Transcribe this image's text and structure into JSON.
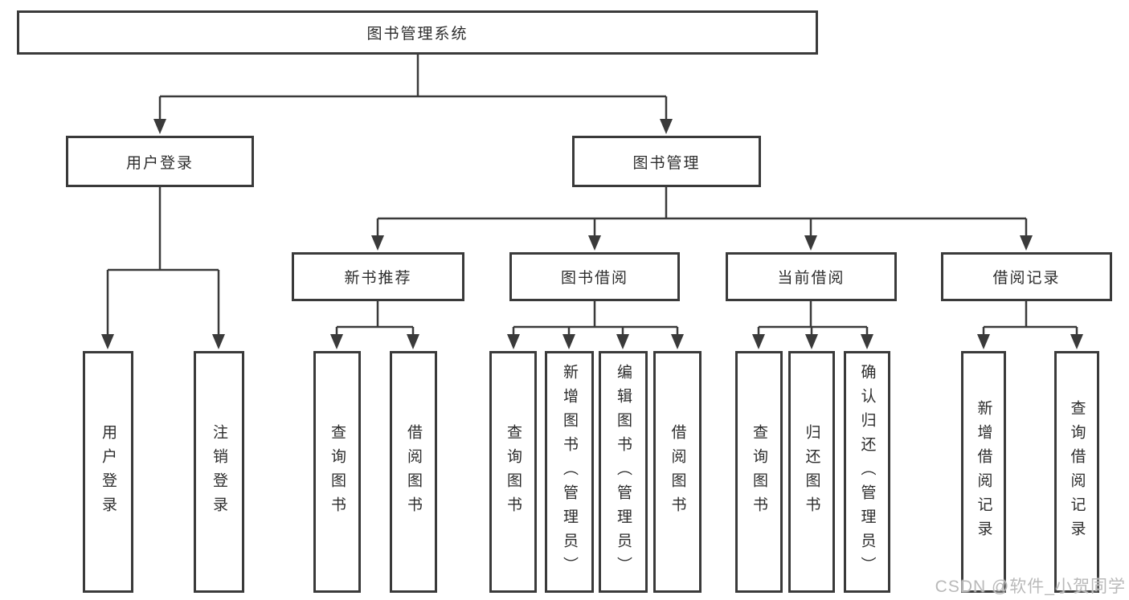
{
  "tree": {
    "root": "图书管理系统",
    "children": [
      {
        "label": "用户登录",
        "children": [
          {
            "label": "用户登录"
          },
          {
            "label": "注销登录"
          }
        ]
      },
      {
        "label": "图书管理",
        "children": [
          {
            "label": "新书推荐",
            "children": [
              {
                "label": "查询图书"
              },
              {
                "label": "借阅图书"
              }
            ]
          },
          {
            "label": "图书借阅",
            "children": [
              {
                "label": "查询图书"
              },
              {
                "label": "新增图书（管理员）"
              },
              {
                "label": "编辑图书（管理员）"
              },
              {
                "label": "借阅图书"
              }
            ]
          },
          {
            "label": "当前借阅",
            "children": [
              {
                "label": "查询图书"
              },
              {
                "label": "归还图书"
              },
              {
                "label": "确认归还（管理员）"
              }
            ]
          },
          {
            "label": "借阅记录",
            "children": [
              {
                "label": "新增借阅记录"
              },
              {
                "label": "查询借阅记录"
              }
            ]
          }
        ]
      }
    ]
  },
  "watermark": "CSDN @软件_小贺同学",
  "colors": {
    "line": "#3a3a3a",
    "text": "#2d2d2d",
    "box_background": "#ffffff",
    "watermark": "#b9b9b9"
  }
}
